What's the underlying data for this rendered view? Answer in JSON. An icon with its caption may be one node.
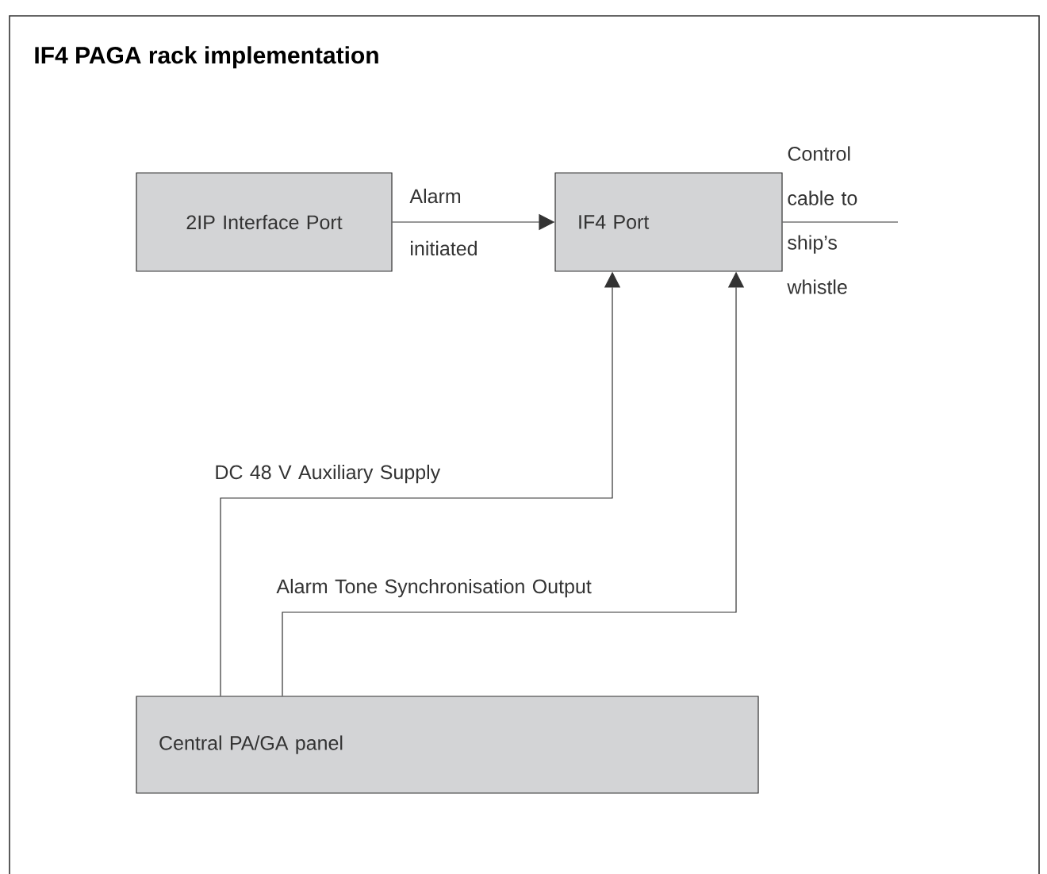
{
  "diagram": {
    "title": "IF4 PAGA rack implementation",
    "nodes": [
      {
        "text": [
          "2IP Interface Port"
        ]
      },
      {
        "text": [
          "IF4 Port"
        ]
      },
      {
        "text": [
          "Central PA/GA panel"
        ]
      }
    ],
    "edges": [
      {
        "from": 0,
        "to": 1,
        "arrow": "to",
        "label": "Alarm initiated"
      },
      {
        "from": 1,
        "to": null,
        "arrow": "none",
        "label": "Control cable to ship’s whistle"
      },
      {
        "from": 2,
        "to": 1,
        "arrow": "to",
        "label": "DC 48 V Auxiliary Supply"
      },
      {
        "from": 2,
        "to": 1,
        "arrow": "to",
        "label": "Alarm Tone Synchronisation Output"
      }
    ]
  }
}
